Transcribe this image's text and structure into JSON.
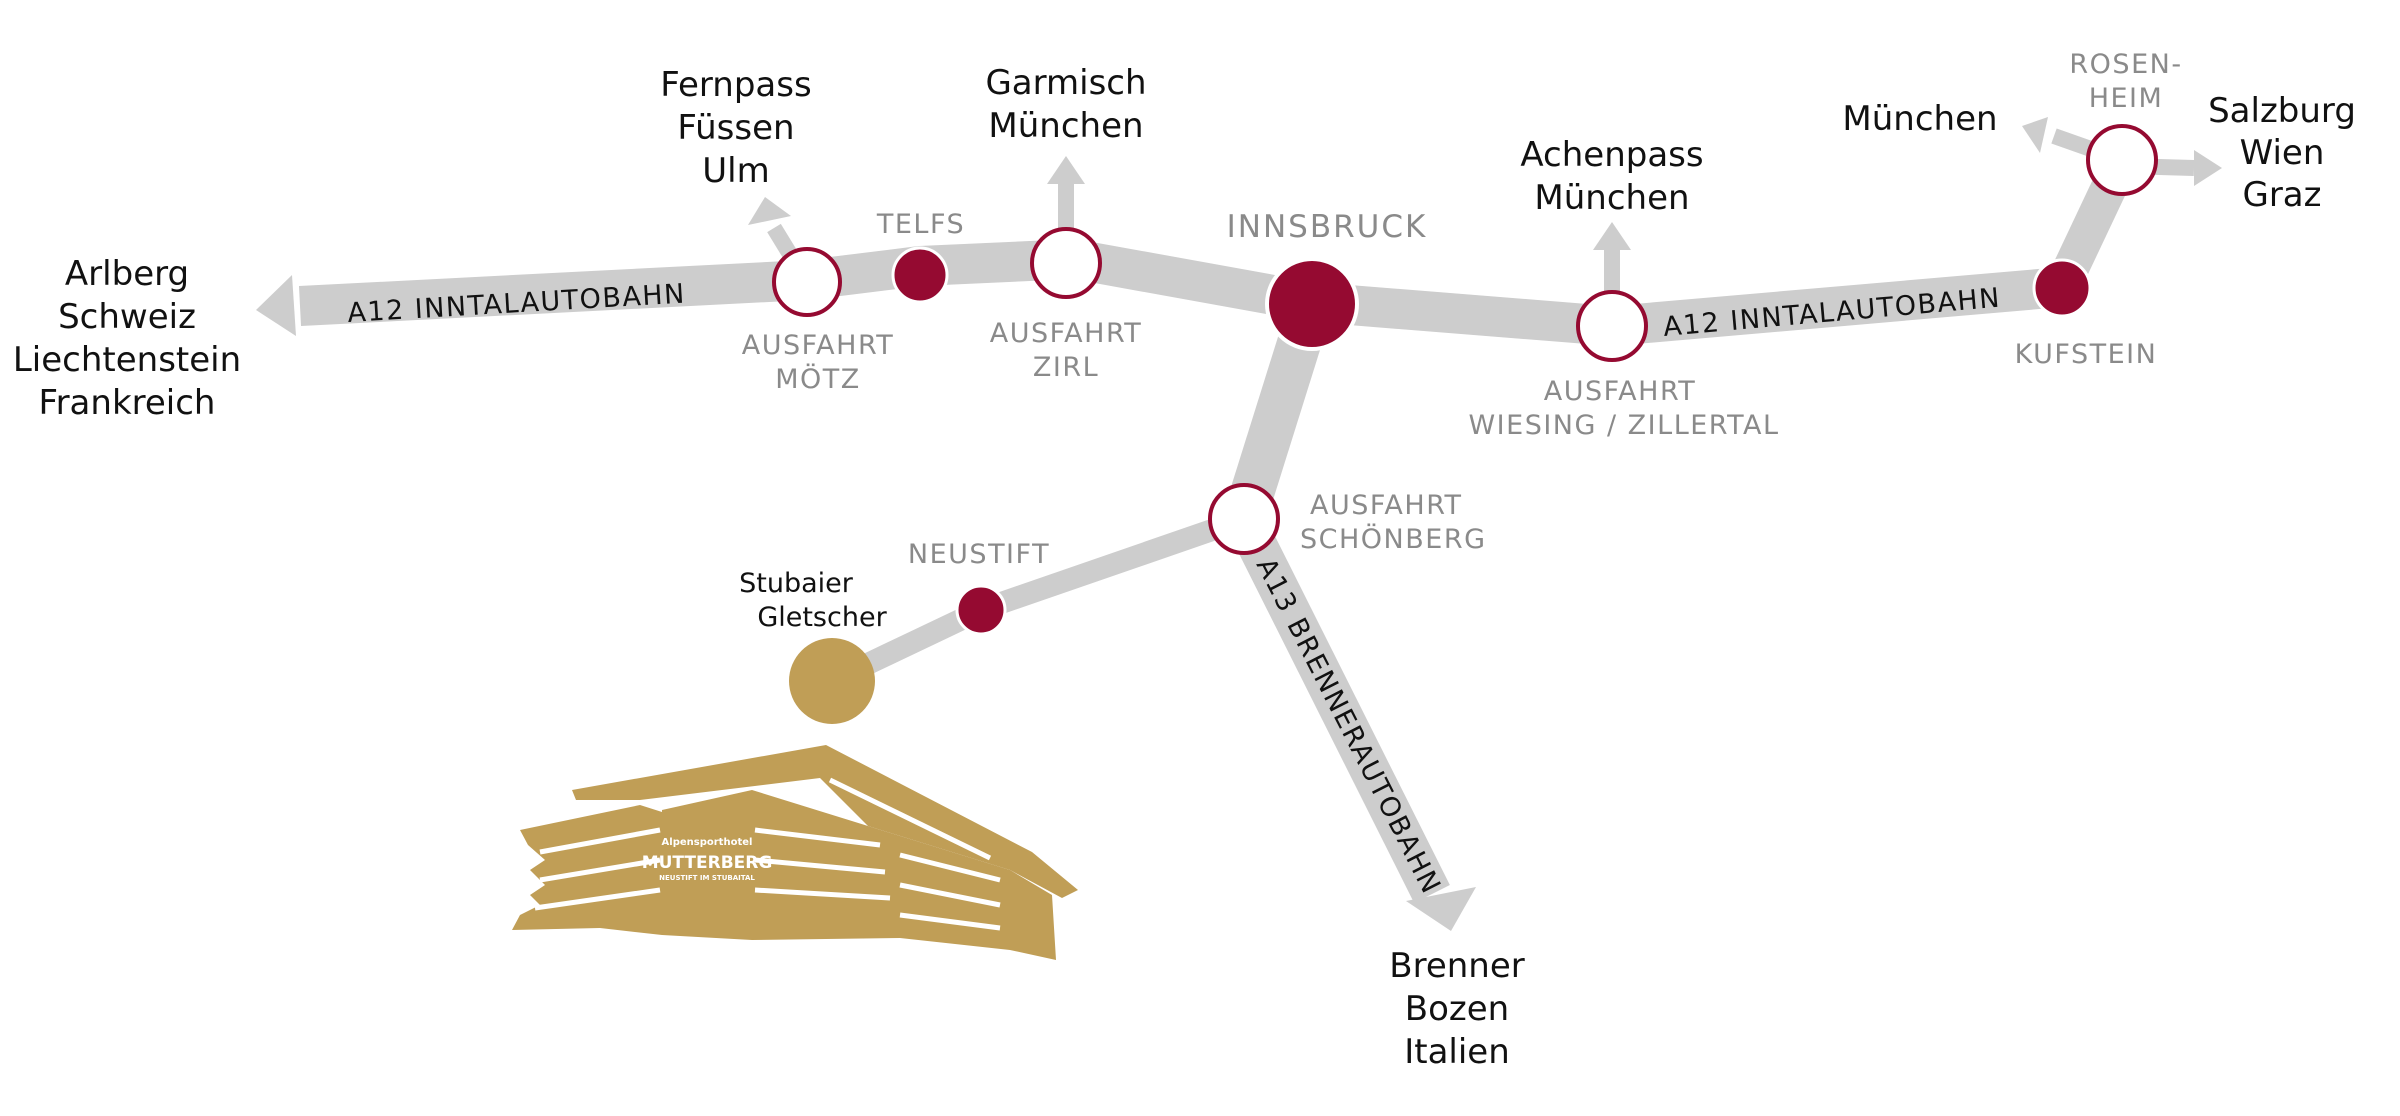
{
  "colors": {
    "road": "#cdcdcd",
    "node_filled": "#950a31",
    "node_outline": "#950a31",
    "gold": "#c09e56",
    "label_grey": "#8a8a8a",
    "text": "#111111"
  },
  "highways": {
    "a12_west": "A12 INNTALAUTOBAHN",
    "a12_east": "A12 INNTALAUTOBAHN",
    "a13": "A13 BRENNERAUTOBAHN"
  },
  "destinations": {
    "west": [
      "Arlberg",
      "Schweiz",
      "Liechtenstein",
      "Frankreich"
    ],
    "fernpass": [
      "Fernpass",
      "Füssen",
      "Ulm"
    ],
    "garmisch": [
      "Garmisch",
      "München"
    ],
    "achenpass": [
      "Achenpass",
      "München"
    ],
    "muenchen": [
      "München"
    ],
    "salzburg": [
      "Salzburg",
      "Wien",
      "Graz"
    ],
    "brenner": [
      "Brenner",
      "Bozen",
      "Italien"
    ]
  },
  "places": {
    "innsbruck": "INNSBRUCK",
    "telfs": "TELFS",
    "kufstein": "KUFSTEIN",
    "rosenheim": [
      "ROSEN-",
      "HEIM"
    ],
    "neustift": "NEUSTIFT",
    "moetz": [
      "AUSFAHRT",
      "MÖTZ"
    ],
    "zirl": [
      "AUSFAHRT",
      "ZIRL"
    ],
    "wiesing": [
      "AUSFAHRT",
      "WIESING / ZILLERTAL"
    ],
    "schoenberg": [
      "AUSFAHRT",
      "SCHÖNBERG"
    ],
    "stubai": [
      "Stubaier",
      "Gletscher"
    ]
  },
  "hotel": {
    "small": "Alpensporthotel",
    "name": "MUTTERBERG",
    "tagline": "NEUSTIFT IM STUBAITAL",
    "logo_lettering": "Alpensporthotel MUTTERBERG"
  }
}
